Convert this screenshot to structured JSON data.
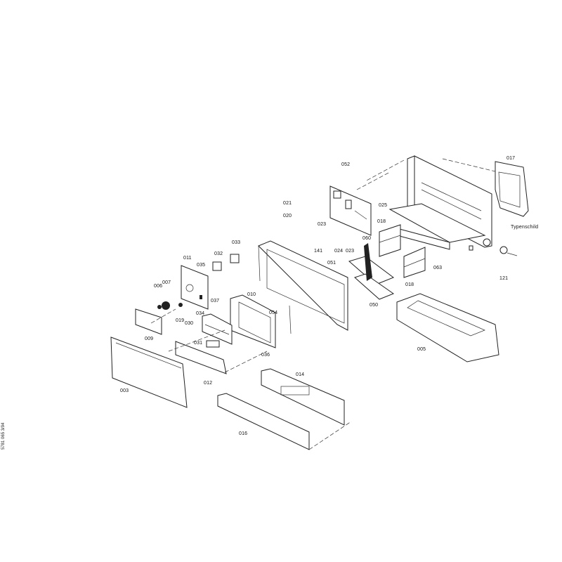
{
  "diagram": {
    "part_labels": {
      "p017": "017",
      "p052": "052",
      "p021": "021",
      "p020": "020",
      "p025": "025",
      "p023a": "023",
      "p018a": "018",
      "typenschild": "Typenschild",
      "p023b": "023",
      "p141": "141",
      "p024": "024",
      "p060": "060",
      "p051": "051",
      "p063": "063",
      "p018b": "018",
      "p121": "121",
      "p050": "050",
      "p011": "011",
      "p035": "035",
      "p032": "032",
      "p033": "033",
      "p007": "007",
      "p006": "006",
      "p037": "037",
      "p034": "034",
      "p019": "019",
      "p030": "030",
      "p010": "010",
      "p054": "054",
      "p009": "009",
      "p031": "031",
      "p036": "036",
      "p005": "005",
      "p003": "003",
      "p012": "012",
      "p014": "014",
      "p016": "016"
    },
    "side_note": "5781 065   3/94"
  }
}
